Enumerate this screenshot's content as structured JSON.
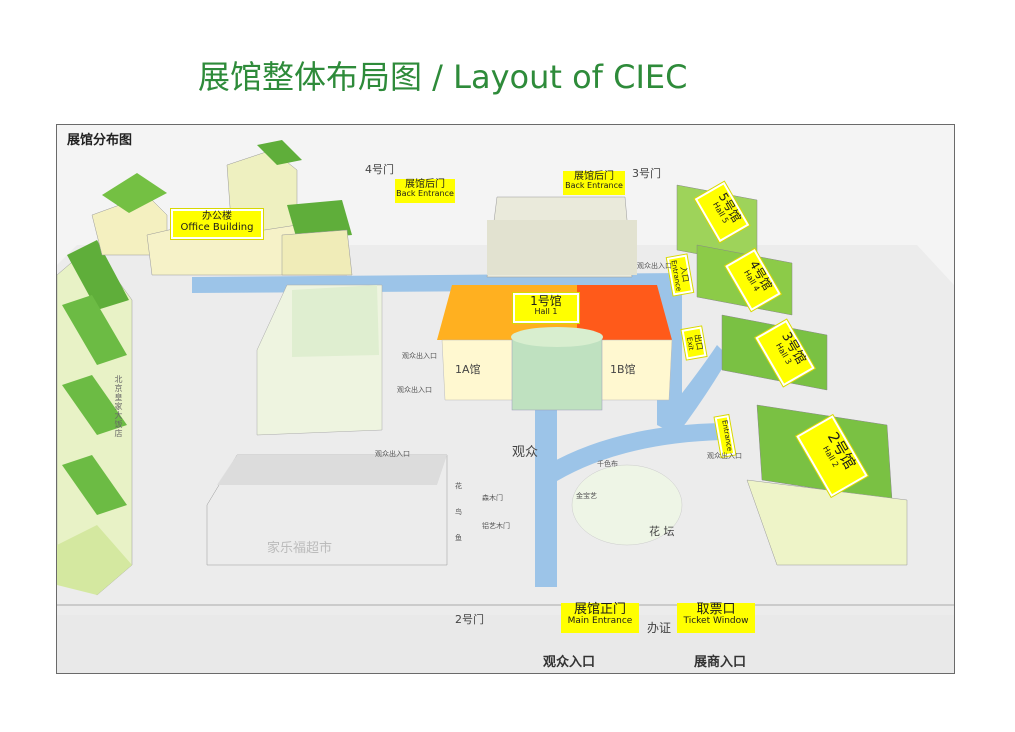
{
  "title": "展馆整体布局图 / Layout of CIEC",
  "map": {
    "heading": "展馆分布图",
    "office": {
      "zh": "办公楼",
      "en": "Office Building"
    },
    "back_entrance_left": {
      "zh": "展馆后门",
      "en": "Back Entrance"
    },
    "back_entrance_right": {
      "zh": "展馆后门",
      "en": "Back Entrance"
    },
    "gate4": "4号门",
    "gate3": "3号门",
    "gate2": "2号门",
    "hall1": {
      "zh": "1号馆",
      "en": "Hall 1"
    },
    "hall1a": "1A馆",
    "hall1b": "1B馆",
    "hall2": {
      "zh": "2号馆",
      "en": "Hall 2"
    },
    "hall3": {
      "zh": "3号馆",
      "en": "Hall 3"
    },
    "hall4": {
      "zh": "4号馆",
      "en": "Hall 4"
    },
    "hall5": {
      "zh": "5号馆",
      "en": "Hall 5"
    },
    "entrance_top": {
      "zh": "入口",
      "en": "Entrance"
    },
    "exit": {
      "zh": "出口",
      "en": "Exit"
    },
    "entrance_side": {
      "en": "Entrance"
    },
    "visitor_exit_entrance": "观众出入口",
    "visitor_exit_entrance_2": "观众出入口",
    "visitor_exit_entrance_3": "观众出入口",
    "visitor_exit_entrance_4": "观众出入口",
    "visitor_exit_entrance_5": "观众出入口",
    "main_entrance": {
      "zh": "展馆正门",
      "en": "Main Entrance"
    },
    "ticket_window": {
      "zh": "取票口",
      "en": "Ticket Window"
    },
    "office_card": "办证",
    "visitor_entry": "观众入口",
    "exhibitor_entry": "展商入口",
    "plaza_label": "观众",
    "flower_bed": "花  坛",
    "supermarket": "家乐福超市",
    "hotel": "北京皇家大饭店",
    "plaza_items": [
      "森木门",
      "铝艺木门",
      "金宝艺",
      "千色布"
    ],
    "plaza_vertical": [
      "花",
      "鸟",
      "鱼"
    ]
  },
  "colors": {
    "title_green": "#2e8b3a",
    "label_yellow": "#ffff00",
    "path_blue": "#9cc4e8",
    "hall_green": "#7ac143"
  }
}
